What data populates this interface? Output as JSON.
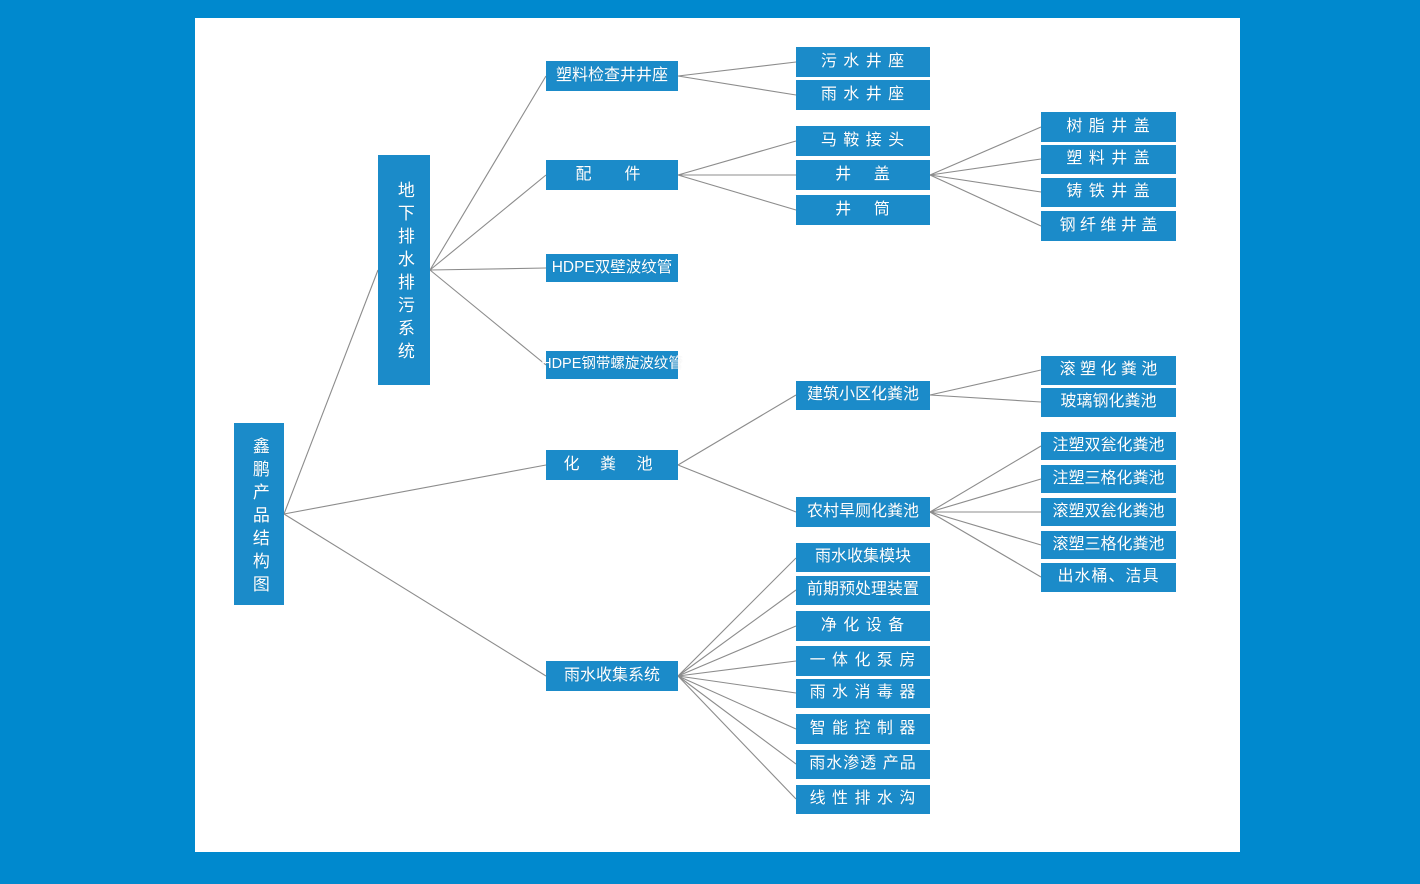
{
  "page": {
    "background_color": "#0089ce",
    "board_color": "#ffffff",
    "node_color": "#1b8bc9",
    "node_text_color": "#ffffff",
    "edge_color": "#8c8c8c"
  },
  "root": {
    "label": "鑫鹏产品结构图",
    "orientation": "vertical"
  },
  "level1": [
    {
      "label": "地下排水排污系统",
      "orientation": "vertical"
    }
  ],
  "level2": [
    {
      "label": "塑料检查井井座"
    },
    {
      "label": "配  件"
    },
    {
      "label": "HDPE双壁波纹管"
    },
    {
      "label": "HDPE钢带螺旋波纹管"
    },
    {
      "label": "化 粪 池"
    },
    {
      "label": "雨水收集系统"
    }
  ],
  "manhole_base_children": [
    {
      "label": "污 水 井 座"
    },
    {
      "label": "雨 水 井 座"
    }
  ],
  "fittings_children": [
    {
      "label": "马 鞍 接 头"
    },
    {
      "label": "井    盖"
    },
    {
      "label": "井    筒"
    }
  ],
  "well_cover_children": [
    {
      "label": "树 脂 井 盖"
    },
    {
      "label": "塑 料 井 盖"
    },
    {
      "label": "铸 铁 井 盖"
    },
    {
      "label": "钢 纤 维 井 盖"
    }
  ],
  "septic_children": [
    {
      "label": "建筑小区化粪池"
    },
    {
      "label": "农村旱厕化粪池"
    }
  ],
  "community_septic_children": [
    {
      "label": "滚 塑 化 粪 池"
    },
    {
      "label": "玻璃钢化粪池"
    }
  ],
  "rural_septic_children": [
    {
      "label": "注塑双瓮化粪池"
    },
    {
      "label": "注塑三格化粪池"
    },
    {
      "label": "滚塑双瓮化粪池"
    },
    {
      "label": "滚塑三格化粪池"
    },
    {
      "label": "出水桶、洁具"
    }
  ],
  "rainwater_children": [
    {
      "label": "雨水收集模块"
    },
    {
      "label": "前期预处理装置"
    },
    {
      "label": "净 化 设 备"
    },
    {
      "label": "一 体 化 泵 房"
    },
    {
      "label": "雨 水 消 毒 器"
    },
    {
      "label": "智 能 控 制 器"
    },
    {
      "label": "雨水渗透 产品"
    },
    {
      "label": "线 性 排 水 沟"
    }
  ]
}
